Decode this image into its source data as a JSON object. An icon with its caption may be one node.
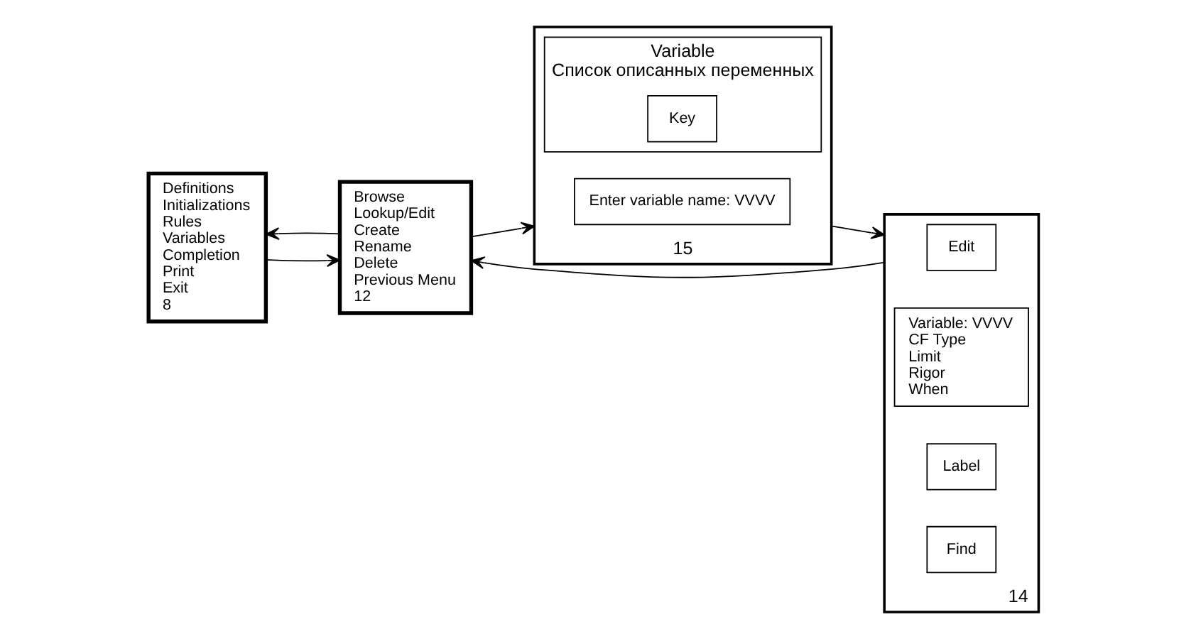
{
  "diagram": {
    "nodes": [
      {
        "text": [
          "Definitions",
          "Initializations",
          "Rules",
          "Variables",
          "Completion",
          "Print",
          "Exit",
          "8"
        ]
      },
      {
        "text": [
          "Browse",
          "Lookup/Edit",
          "Create",
          "Rename",
          "Delete",
          "Previous Menu",
          "12"
        ]
      },
      {
        "text": [
          "15"
        ]
      },
      {
        "text": [
          "Enter variable name: VVVV"
        ],
        "in": 2
      },
      {
        "text": [
          "Variable",
          "Список описанных переменных"
        ],
        "in": 2
      },
      {
        "text": [
          "Key"
        ],
        "in": 4
      },
      {
        "text": [
          "14"
        ]
      },
      {
        "text": [
          "Edit"
        ],
        "in": 6
      },
      {
        "text": [
          "Variable: VVVV",
          "CF Type",
          "Limit",
          "Rigor",
          "When"
        ],
        "in": 6
      },
      {
        "text": [
          "Label"
        ],
        "in": 6
      },
      {
        "text": [
          "Find"
        ],
        "in": 6
      }
    ],
    "edges": [
      {
        "from": 0,
        "to": 1,
        "arrow": "to"
      },
      {
        "from": 1,
        "to": 0,
        "arrow": "to"
      },
      {
        "from": 1,
        "to": 2,
        "arrow": "to"
      },
      {
        "from": 2,
        "to": 6,
        "arrow": "to"
      },
      {
        "from": 6,
        "to": 1,
        "arrow": "to"
      }
    ]
  }
}
